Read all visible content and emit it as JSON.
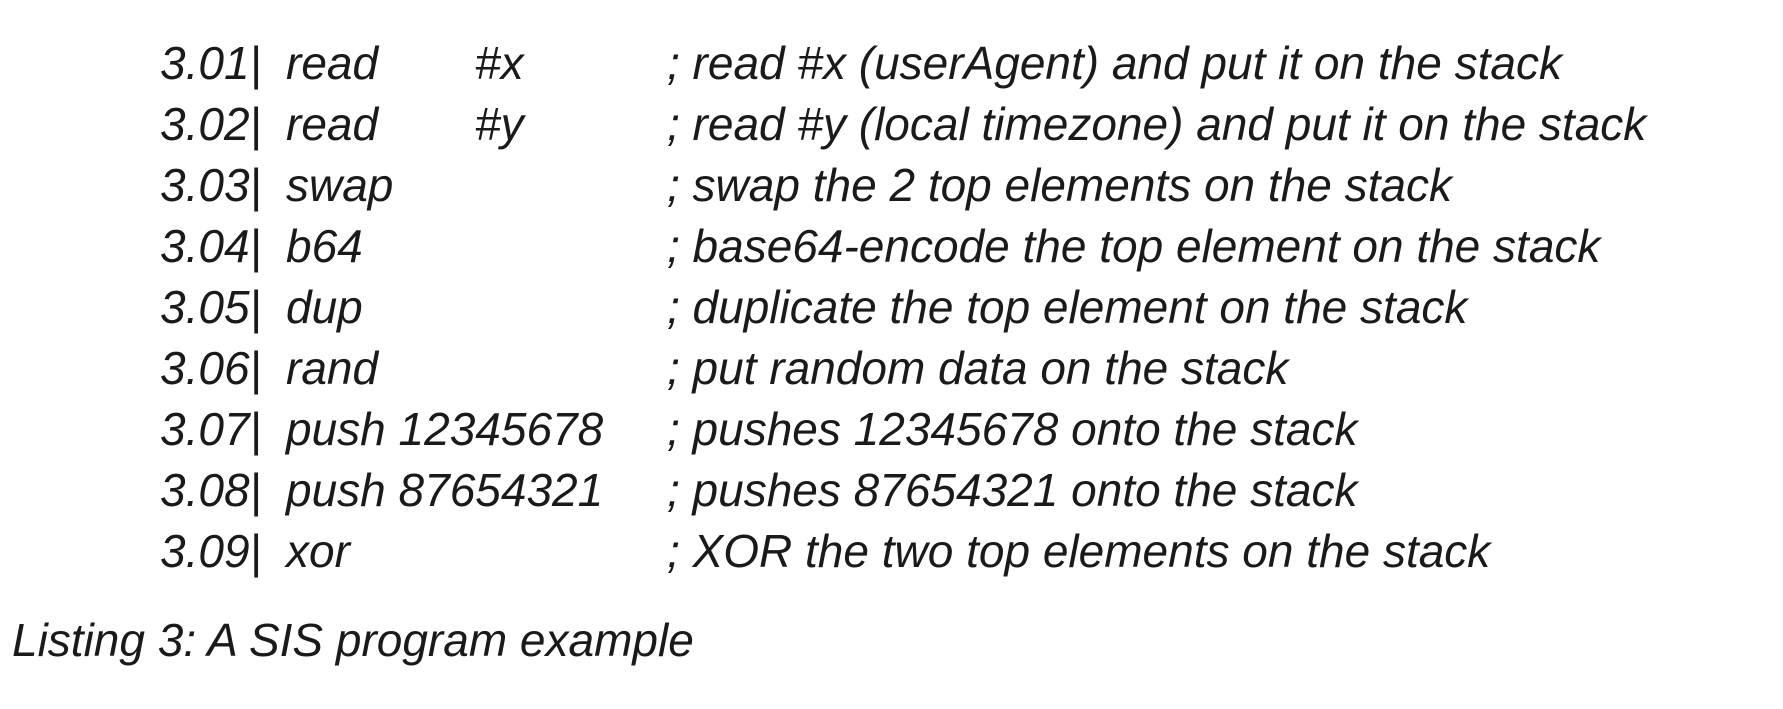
{
  "listing": {
    "lines": [
      {
        "num": "3.01|",
        "op": "read",
        "arg": "#x",
        "comment": "; read #x (userAgent) and put it on the stack"
      },
      {
        "num": "3.02|",
        "op": "read",
        "arg": "#y",
        "comment": "; read #y (local timezone) and put it on the stack"
      },
      {
        "num": "3.03|",
        "op": "swap",
        "arg": "",
        "comment": "; swap the 2 top elements on the stack"
      },
      {
        "num": "3.04|",
        "op": "b64",
        "arg": "",
        "comment": "; base64-encode the top element on the stack"
      },
      {
        "num": "3.05|",
        "op": "dup",
        "arg": "",
        "comment": "; duplicate the top element on the stack"
      },
      {
        "num": "3.06|",
        "op": "rand",
        "arg": "",
        "comment": "; put random data on the stack"
      },
      {
        "num": "3.07|",
        "op": "push 12345678",
        "arg": "",
        "comment": "; pushes 12345678 onto the stack"
      },
      {
        "num": "3.08|",
        "op": "push 87654321",
        "arg": "",
        "comment": "; pushes 87654321 onto the stack"
      },
      {
        "num": "3.09|",
        "op": "xor",
        "arg": "",
        "comment": "; XOR the two top elements on the stack"
      }
    ]
  },
  "caption": "Listing 3: A SIS program example"
}
